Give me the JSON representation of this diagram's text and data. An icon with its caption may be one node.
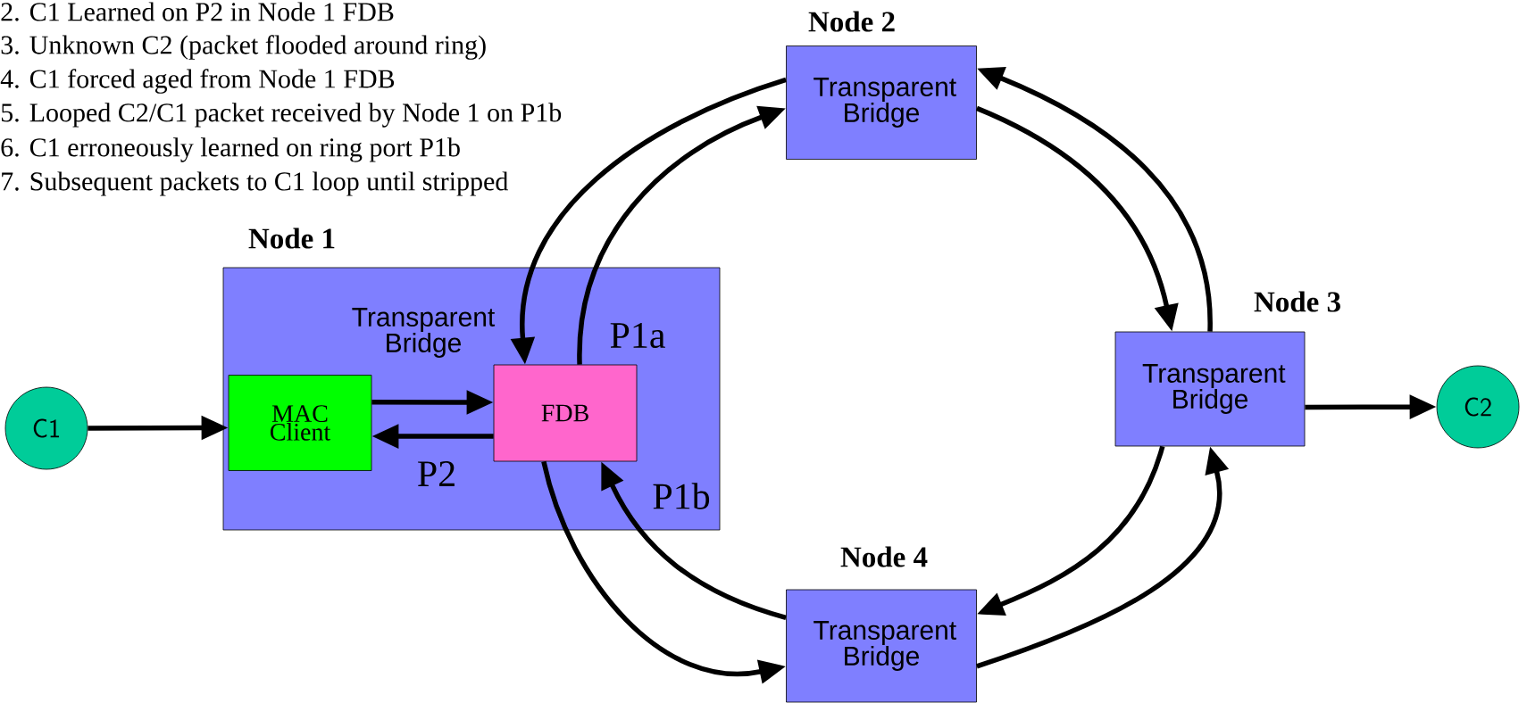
{
  "diagram": {
    "nodes": [
      {
        "text": [
          "C1"
        ]
      },
      {
        "text": [
          "Node 1",
          "Transparent Bridge"
        ]
      },
      {
        "text": [
          "MAC Client"
        ],
        "in": 1
      },
      {
        "text": [
          "FDB"
        ],
        "in": 1
      },
      {
        "text": [
          "Node 2",
          "Transparent Bridge"
        ]
      },
      {
        "text": [
          "Node 3",
          "Transparent Bridge"
        ]
      },
      {
        "text": [
          "Node 4",
          "Transparent Bridge"
        ]
      },
      {
        "text": [
          "C2"
        ]
      }
    ],
    "edges": [
      {
        "from": 0,
        "to": 2,
        "arrow": "to"
      },
      {
        "from": 2,
        "to": 3,
        "arrow": "to"
      },
      {
        "from": 3,
        "to": 2,
        "arrow": "to"
      },
      {
        "from": 4,
        "to": 3,
        "arrow": "to"
      },
      {
        "from": 3,
        "to": 4,
        "arrow": "to"
      },
      {
        "from": 4,
        "to": 5,
        "arrow": "to"
      },
      {
        "from": 5,
        "to": 4,
        "arrow": "to"
      },
      {
        "from": 5,
        "to": 6,
        "arrow": "to"
      },
      {
        "from": 6,
        "to": 5,
        "arrow": "to"
      },
      {
        "from": 3,
        "to": 6,
        "arrow": "to"
      },
      {
        "from": 6,
        "to": 3,
        "arrow": "to"
      },
      {
        "from": 5,
        "to": 7,
        "arrow": "to"
      }
    ],
    "labels": [
      "2. C1 Learned on P2 in Node 1 FDB",
      "3. Unknown C2 (packet flooded around ring)",
      "4. C1 forced aged from Node 1 FDB",
      "5. Looped C2/C1 packet received by Node 1 on P1b",
      "6. C1 erroneously learned on ring port P1b",
      "7. Subsequent packets to C1 loop until stripped",
      "P1a",
      "P2",
      "P1b"
    ]
  }
}
